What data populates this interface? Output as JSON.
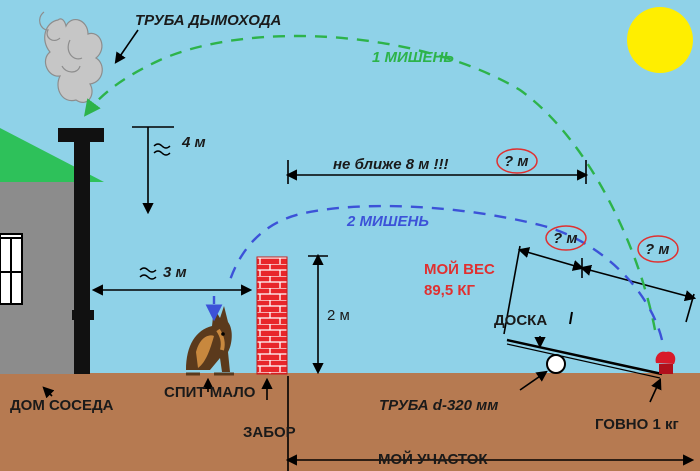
{
  "labels": {
    "chimney_pipe": "ТРУБА ДЫМОХОДА",
    "target_1": "1  МИШЕНЬ",
    "target_2": "2 МИШЕНЬ",
    "height_4m": "4 м",
    "not_closer": "не ближе 8 м !!!",
    "question_m": "? м",
    "dist_3m": "3 м",
    "fence_2m": "2 м",
    "my_weight": "МОЙ ВЕС",
    "weight_value": "89,5 КГ",
    "board": "ДОСКА",
    "sleeps_little": "СПИТ МАЛО",
    "pipe_d320": "ТРУБА  d-320 мм",
    "neighbor_house": "ДОМ  СОСЕДА",
    "fence": "ЗАБОР",
    "poop": "ГОВНО 1 кг",
    "my_plot": "МОЙ УЧАСТОК"
  },
  "colors": {
    "sky": "#8fd2e8",
    "ground": "#b67a51",
    "roof": "#2ec15a",
    "wall": "#8c8c8c",
    "sun": "#ffee00",
    "brick": "#e8262a",
    "green_path": "#2db34a",
    "blue_path": "#3c52d8",
    "red_mark": "#e03030"
  }
}
